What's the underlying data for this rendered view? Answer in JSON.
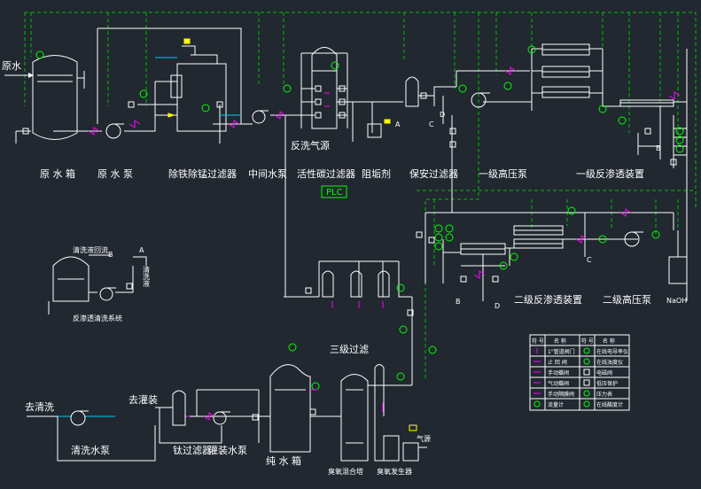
{
  "labels": {
    "raw_water_in": "原水",
    "raw_water_tank": "原 水 箱",
    "raw_water_pump": "原 水 泵",
    "iron_manganese_filter": "除铁除锰过滤器",
    "intermediate_pump": "中间水泵",
    "backwash_air": "反洗气源",
    "carbon_filter": "活性碳过滤器",
    "scale_inhibitor": "阻垢剂",
    "security_filter": "保安过滤器",
    "hp_pump_1": "一级高压泵",
    "ro_unit_1": "一级反渗透装置",
    "plc": "PLC",
    "ro_unit_2": "二级反渗透装置",
    "hp_pump_2": "二级高压泵",
    "naoh": "NaOH",
    "three_stage_filter": "三级过滤",
    "pure_water_tank": "纯 水 箱",
    "ozone_mixing_tower": "臭氧混合塔",
    "ozone_generator": "臭氧发生器",
    "to_cleaning": "去清洗",
    "to_filling": "去灌装",
    "cleaning_pump": "清洗水泵",
    "ti_filter": "钛过滤器",
    "filling_pump": "灌装水泵",
    "ro_cleaning_tank": "清洗液回流",
    "ro_cleaning_system": "反渗透清洗系统",
    "cleaning_liquid": "清洗液",
    "air_source": "气源"
  },
  "markers": {
    "A": "A",
    "B": "B",
    "C": "C",
    "D": "D"
  },
  "legend": {
    "headers": [
      "符 号",
      "名 称",
      "符 号",
      "名 称"
    ],
    "rows": [
      [
        "",
        "1\"管道阀门",
        "",
        "在线电导率仪"
      ],
      [
        "",
        "止 回 阀",
        "",
        "在线浊度仪"
      ],
      [
        "",
        "手动蝶阀",
        "",
        "电磁阀"
      ],
      [
        "",
        "气动蝶阀",
        "",
        "低压保护"
      ],
      [
        "",
        "手动隔膜阀",
        "",
        "压力表"
      ],
      [
        "",
        "流量计",
        "",
        "在线酸度计"
      ]
    ]
  },
  "colors": {
    "line": "#ffffff",
    "signal": "#00c000",
    "valve": "#ff00ff",
    "instrument": "#00ff00",
    "cyan": "#00c8ff",
    "yellow": "#ffff00",
    "background": "#212830"
  }
}
